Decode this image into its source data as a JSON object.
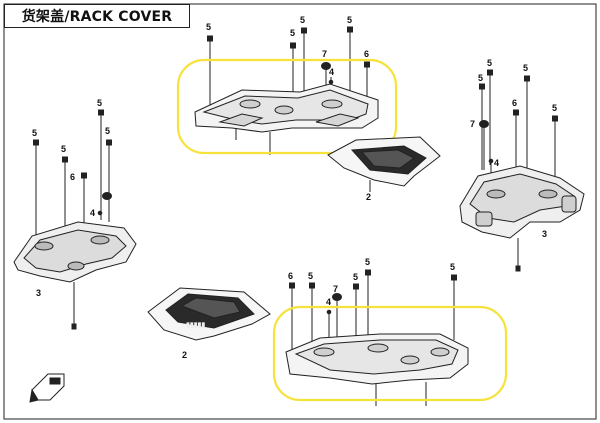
{
  "title": "货架盖/RACK COVER",
  "highlight_color": "#f5e23a",
  "line_color": "#222222",
  "callouts": {
    "c5a": "5",
    "c5b": "5",
    "c5c": "5",
    "c7a": "7",
    "c4a": "4",
    "c6a": "6",
    "c5d": "5",
    "c5e": "5",
    "c5f": "5",
    "c5g": "5",
    "c6b": "6",
    "c7b": "7",
    "c4b": "4",
    "c5h": "5",
    "c3a": "3",
    "c2a": "2",
    "c5i": "5",
    "c5j": "5",
    "c5k": "5",
    "c6c": "6",
    "c4c": "4",
    "c3b": "3",
    "c6d": "6",
    "c5l": "5",
    "c7c": "7",
    "c4d": "4",
    "c5m": "5",
    "c5n": "5",
    "c5o": "5",
    "c2b": "2"
  },
  "front_badge_icon": "front-arrow-icon"
}
